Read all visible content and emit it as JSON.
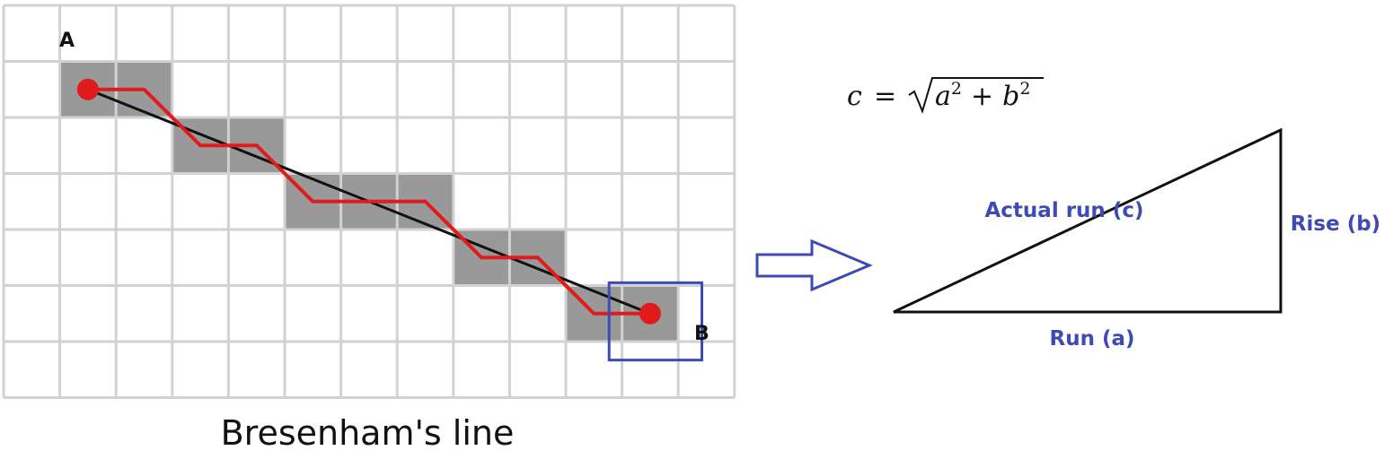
{
  "labels": {
    "point_a": "A",
    "point_b": "B",
    "caption": "Bresenham's line"
  },
  "formula": {
    "lhs": "c",
    "equals": "=",
    "var_a": "a",
    "var_b": "b",
    "exponent": "2",
    "plus": "+"
  },
  "triangle": {
    "hypotenuse_label": "Actual run (c)",
    "vertical_label": "Rise (b)",
    "base_label": "Run (a)"
  },
  "grid": {
    "columns": 13,
    "rows": 7,
    "filled_cells": [
      [
        1,
        1
      ],
      [
        2,
        1
      ],
      [
        3,
        2
      ],
      [
        4,
        2
      ],
      [
        5,
        3
      ],
      [
        6,
        3
      ],
      [
        7,
        3
      ],
      [
        8,
        4
      ],
      [
        9,
        4
      ],
      [
        10,
        5
      ],
      [
        11,
        5
      ]
    ],
    "highlighted_cell": [
      11,
      5
    ],
    "line_start_cell": [
      1,
      1
    ],
    "line_end_cell": [
      11,
      5
    ]
  },
  "colors": {
    "grid_line": "#d2d2d2",
    "filled_cell": "#999999",
    "pixel_path": "#e01b1b",
    "ideal_line": "#111111",
    "highlight_box": "#3f4bb3",
    "arrow": "#3f4bb3",
    "triangle_label": "#3f4bb3",
    "triangle_edge": "#111111"
  },
  "icons": {
    "arrow": "right-arrow-outline-icon"
  }
}
